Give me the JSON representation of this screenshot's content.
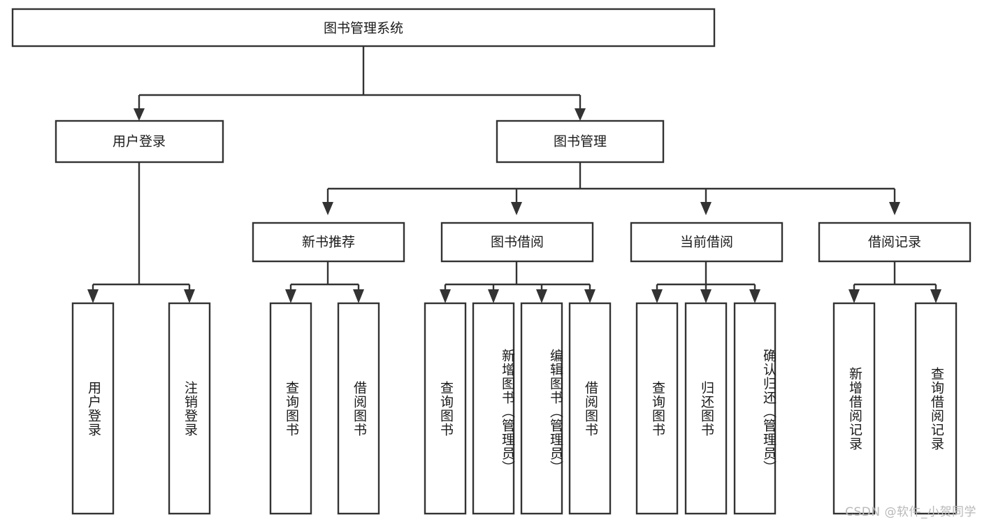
{
  "diagram": {
    "title": "图书管理系统",
    "type": "tree",
    "watermark": "CSDN @软件_小贺同学",
    "colors": {
      "box_stroke": "#333333",
      "box_fill": "#ffffff",
      "text": "#1a1a1a",
      "background": "#ffffff",
      "watermark": "#b9b9b9"
    },
    "root": {
      "label": "图书管理系统"
    },
    "level2": [
      {
        "label": "用户登录"
      },
      {
        "label": "图书管理"
      }
    ],
    "level3": [
      {
        "label": "新书推荐"
      },
      {
        "label": "图书借阅"
      },
      {
        "label": "当前借阅"
      },
      {
        "label": "借阅记录"
      }
    ],
    "leaves": {
      "user_login": [
        {
          "label": "用户登录"
        },
        {
          "label": "注销登录"
        }
      ],
      "new_book_recommend": [
        {
          "label": "查询图书"
        },
        {
          "label": "借阅图书"
        }
      ],
      "book_borrow": [
        {
          "label": "查询图书"
        },
        {
          "label": "新增图书（管理员）"
        },
        {
          "label": "编辑图书（管理员）"
        },
        {
          "label": "借阅图书"
        }
      ],
      "current_borrow": [
        {
          "label": "查询图书"
        },
        {
          "label": "归还图书"
        },
        {
          "label": "确认归还（管理员）"
        }
      ],
      "borrow_record": [
        {
          "label": "新增借阅记录"
        },
        {
          "label": "查询借阅记录"
        }
      ]
    }
  }
}
